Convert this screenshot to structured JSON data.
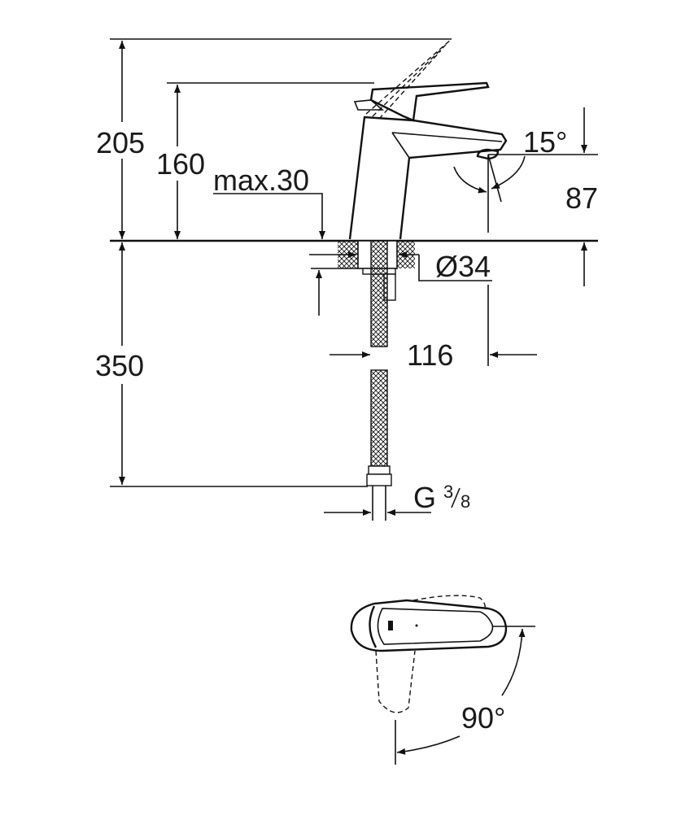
{
  "drawing": {
    "title": "Basin mixer dimension drawing",
    "dimensions": {
      "total_height": "205",
      "spout_height": "160",
      "max_deck_thickness": "max.30",
      "spout_angle": "15°",
      "spout_clearance": "87",
      "hole_diameter": "Ø34",
      "projection": "116",
      "hose_length": "350",
      "connection_g": "G",
      "connection_num": "3",
      "connection_den": "8",
      "rotation_angle": "90°"
    },
    "line_color": "#111111",
    "background": "#ffffff"
  }
}
